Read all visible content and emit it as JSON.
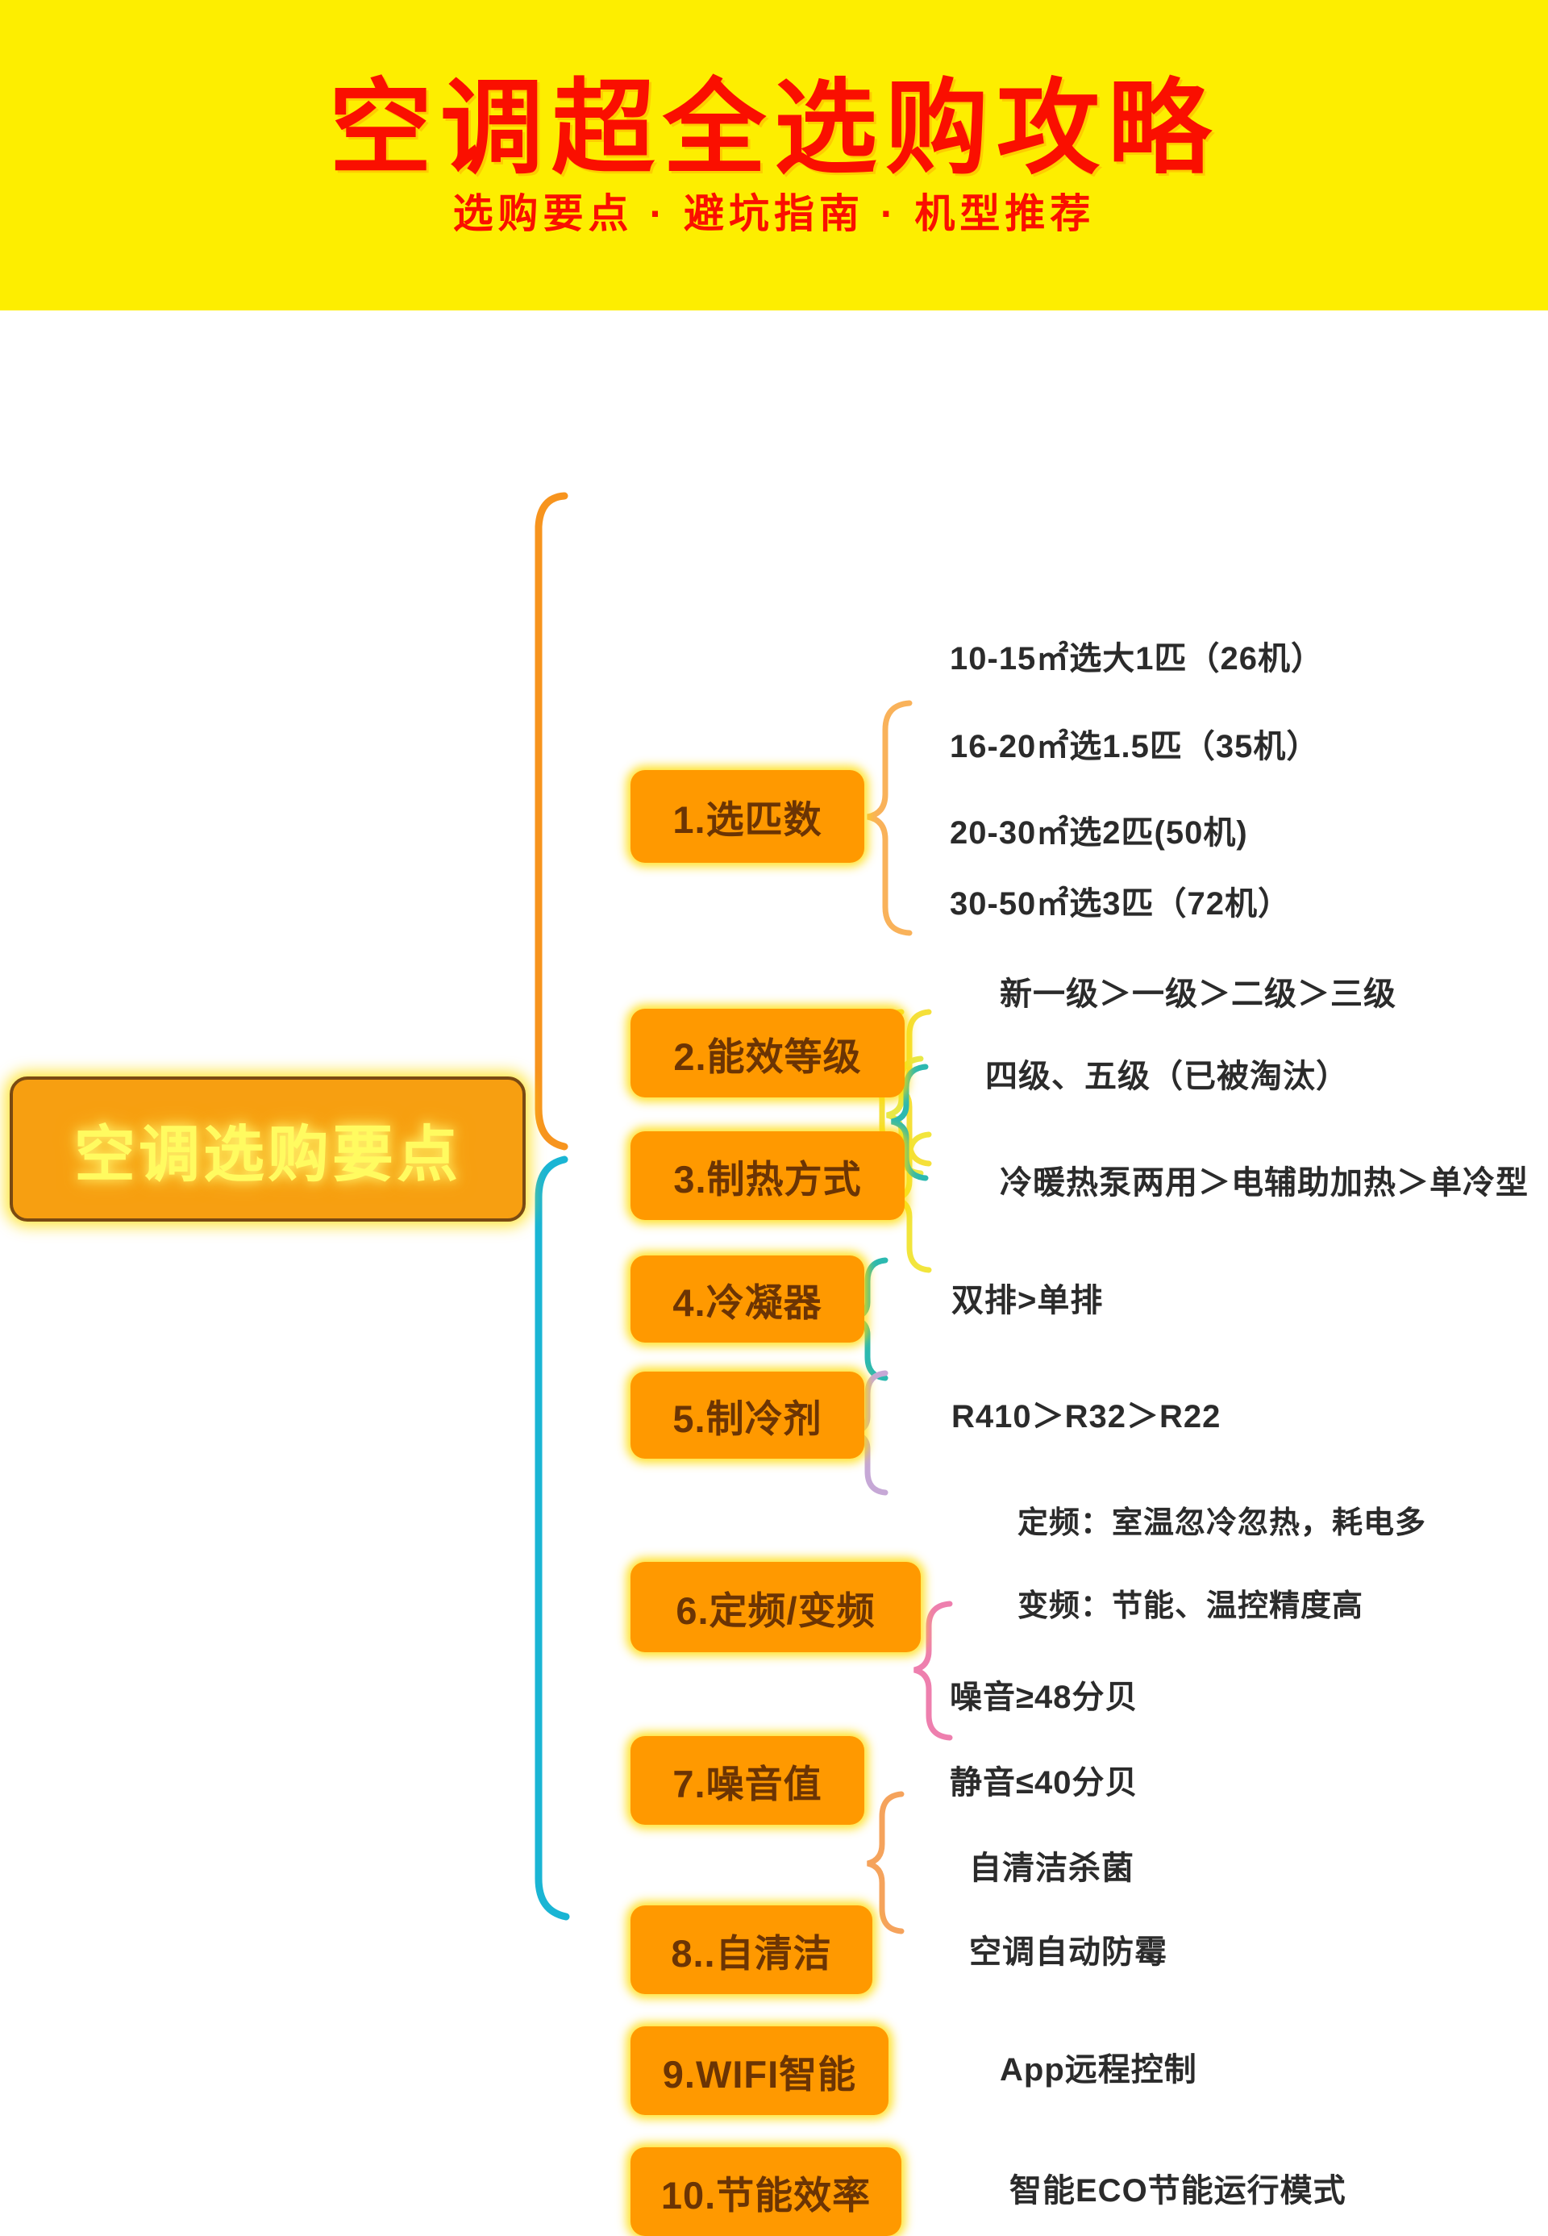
{
  "header": {
    "title": "空调超全选购攻略",
    "subtitle": "选购要点 · 避坑指南 · 机型推荐",
    "bg_color": "#fdee00",
    "text_color": "#fa0f00"
  },
  "mindmap": {
    "root": {
      "label": "空调选购要点",
      "fill": "#f79f11",
      "text_color": "#fffb60",
      "border_color": "#7a4a12"
    },
    "trunk": {
      "upper_color": "#f7941e",
      "lower_color": "#1ab5d4"
    },
    "branches": [
      {
        "id": "1",
        "label": "1.选匹数",
        "brace_color": "#f9b25a",
        "items": [
          "10-15㎡选大1匹（26机）",
          "16-20㎡选1.5匹（35机）",
          "20-30㎡选2匹(50机)",
          "30-50㎡选3匹（72机）"
        ]
      },
      {
        "id": "2",
        "label": "2.能效等级",
        "brace_color": "#f5e03a",
        "items": [
          "新一级＞一级＞二级＞三级",
          "四级、五级（已被淘汰）"
        ]
      },
      {
        "id": "3",
        "label": "3.制热方式",
        "brace_color": "#f2e53c",
        "items": [
          "冷暖热泵两用＞电辅助加热＞单冷型"
        ]
      },
      {
        "id": "4",
        "label": "4.冷凝器",
        "brace_color": "#2cb9b0",
        "items": [
          "双排>单排"
        ]
      },
      {
        "id": "5",
        "label": "5.制冷剂",
        "brace_color": "#c6a8d6",
        "items": [
          "R410＞R32＞R22"
        ]
      },
      {
        "id": "6",
        "label": "6.定频/变频",
        "brace_color": "#ee7fae",
        "items": [
          "定频：室温忽冷忽热，耗电多",
          "变频：节能、温控精度高"
        ]
      },
      {
        "id": "7",
        "label": "7.噪音值",
        "brace_color": "#f5a35c",
        "items": [
          "噪音≥48分贝",
          "静音≤40分贝"
        ]
      },
      {
        "id": "8",
        "label": "8..自清洁",
        "brace_color": "#f5e03a",
        "items": [
          "自清洁杀菌",
          "空调自动防霉"
        ]
      },
      {
        "id": "9",
        "label": "9.WIFI智能",
        "brace_color": "#e8e847",
        "items": [
          "App远程控制"
        ]
      },
      {
        "id": "10",
        "label": "10.节能效率",
        "brace_color": "#2cb9b0",
        "items": [
          "智能ECO节能运行模式"
        ]
      }
    ]
  }
}
